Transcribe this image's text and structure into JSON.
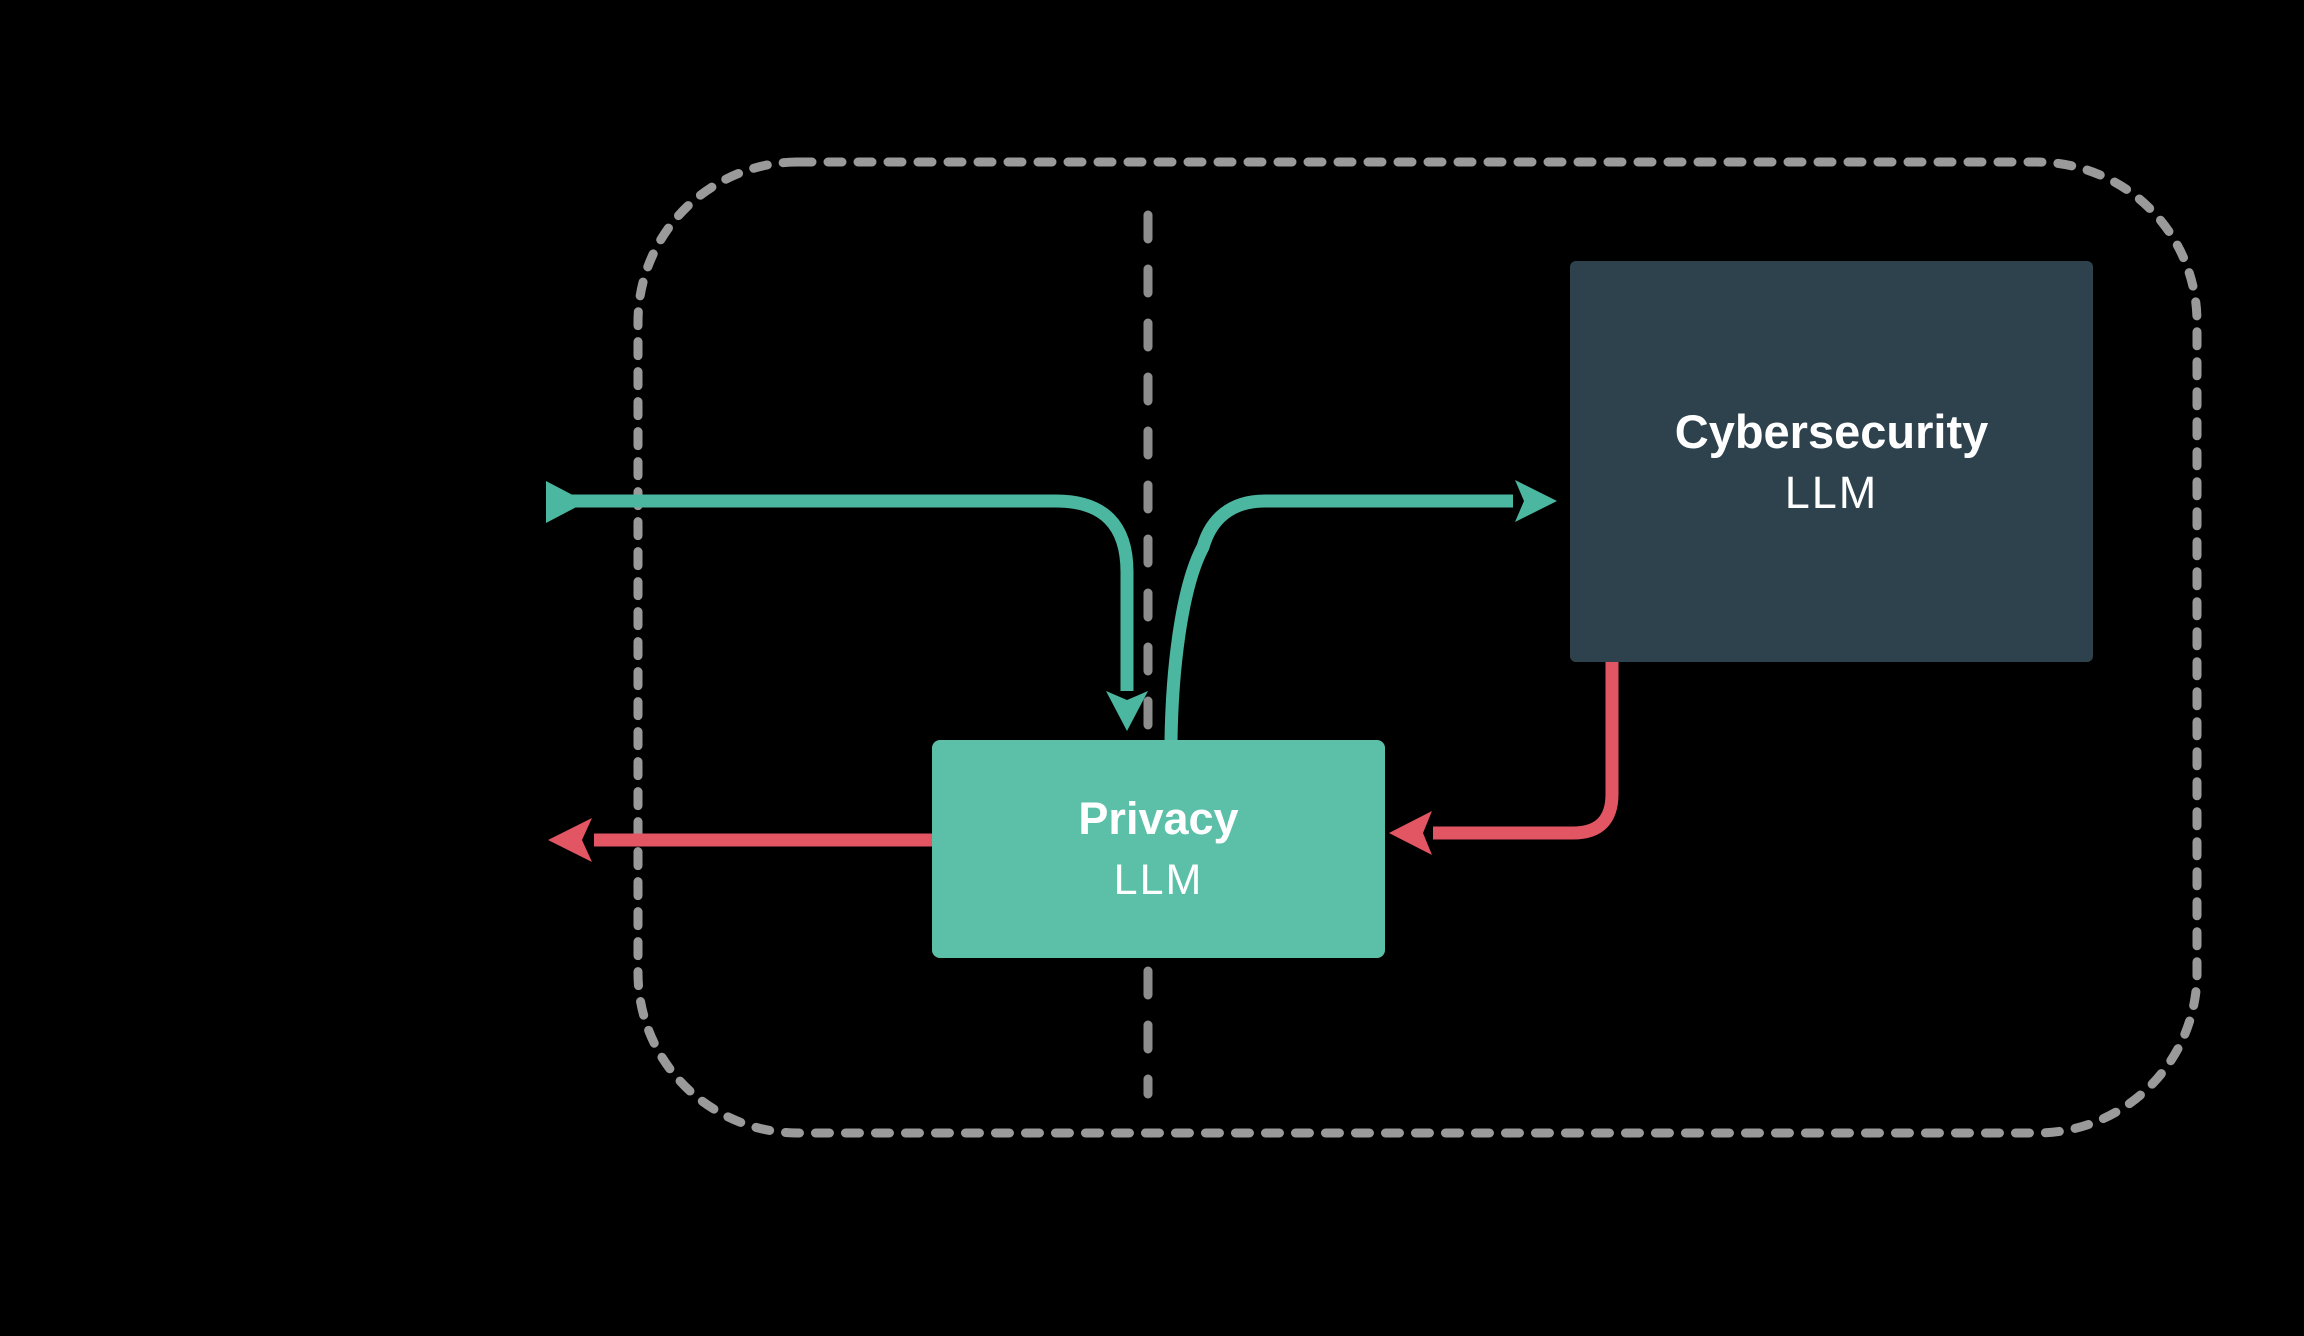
{
  "page": {
    "background": "#000000"
  },
  "boundary": {
    "name": "dotted rounded boundary",
    "stroke_color": "#9a9a9a"
  },
  "divider": {
    "name": "vertical dashed divider",
    "stroke_color": "#8d8d8d"
  },
  "nodes": [
    {
      "id": "cybersecurity-llm",
      "title": "Cybersecurity",
      "subtitle": "LLM",
      "fill": "#2e424d",
      "text_color": "#ffffff"
    },
    {
      "id": "privacy-llm",
      "title": "Privacy",
      "subtitle": "LLM",
      "fill": "#5cc0a8",
      "text_color": "#ffffff"
    }
  ],
  "edges": [
    {
      "id": "input-arrow",
      "color": "#4cb7a0",
      "from": "external-left",
      "to": "privacy-llm"
    },
    {
      "id": "privacy-to-cybersecurity-arrow",
      "color": "#4cb7a0",
      "from": "privacy-llm",
      "to": "cybersecurity-llm"
    },
    {
      "id": "cybersecurity-to-privacy-arrow",
      "color": "#e25562",
      "from": "cybersecurity-llm",
      "to": "privacy-llm"
    },
    {
      "id": "output-arrow",
      "color": "#e25562",
      "from": "privacy-llm",
      "to": "external-left"
    }
  ]
}
